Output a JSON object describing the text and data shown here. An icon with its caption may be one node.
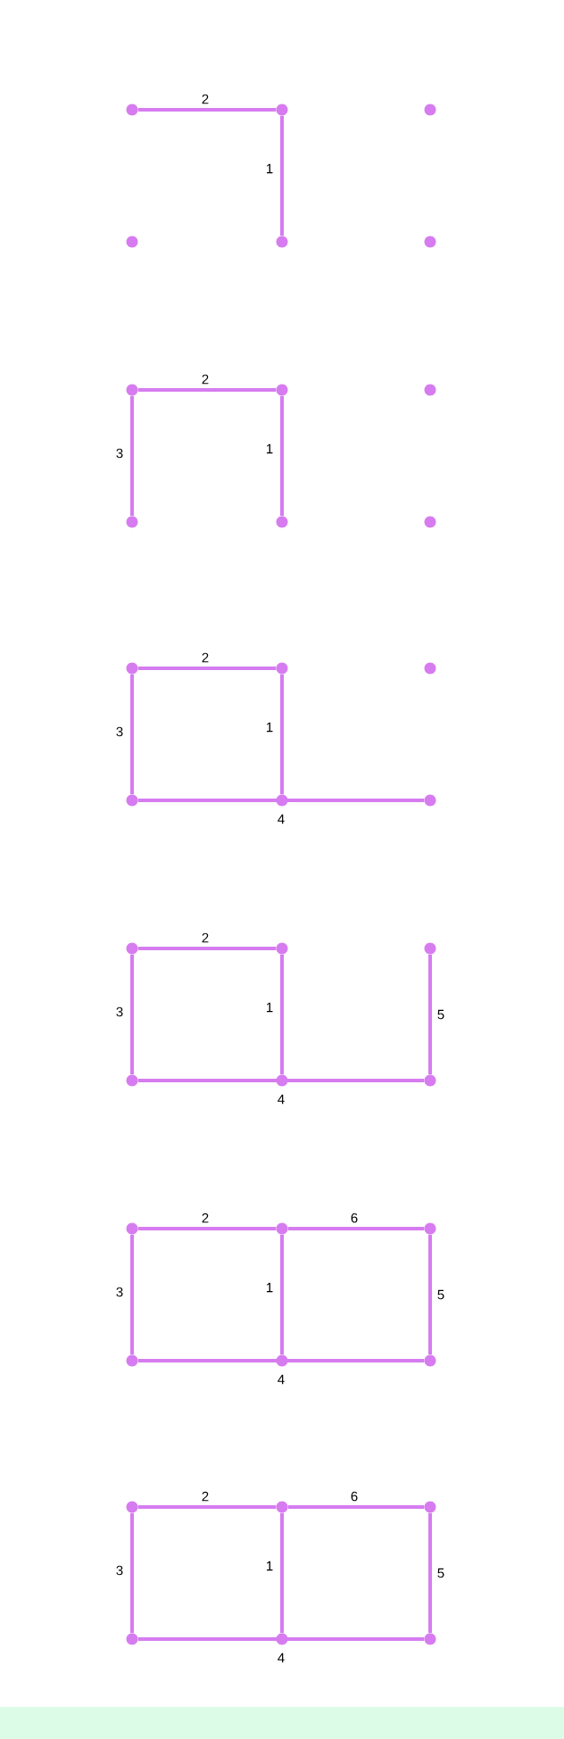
{
  "diagram": {
    "nodes": [
      {
        "text": [],
        "shape": "circle"
      },
      {
        "text": [],
        "shape": "circle"
      },
      {
        "text": [],
        "shape": "circle"
      },
      {
        "text": [],
        "shape": "circle"
      },
      {
        "text": [],
        "shape": "circle"
      },
      {
        "text": [],
        "shape": "circle"
      },
      {
        "text": [],
        "shape": "circle"
      },
      {
        "text": [],
        "shape": "circle"
      },
      {
        "text": [],
        "shape": "circle"
      },
      {
        "text": [],
        "shape": "circle"
      },
      {
        "text": [],
        "shape": "circle"
      },
      {
        "text": [],
        "shape": "circle"
      },
      {
        "text": [],
        "shape": "circle"
      },
      {
        "text": [],
        "shape": "circle"
      },
      {
        "text": [],
        "shape": "circle"
      },
      {
        "text": [],
        "shape": "circle"
      },
      {
        "text": [],
        "shape": "circle"
      },
      {
        "text": [],
        "shape": "circle"
      },
      {
        "text": [],
        "shape": "circle"
      },
      {
        "text": [],
        "shape": "circle"
      },
      {
        "text": [],
        "shape": "circle"
      },
      {
        "text": [],
        "shape": "circle"
      },
      {
        "text": [],
        "shape": "circle"
      },
      {
        "text": [],
        "shape": "circle"
      },
      {
        "text": [],
        "shape": "circle"
      },
      {
        "text": [],
        "shape": "circle"
      },
      {
        "text": [],
        "shape": "circle"
      },
      {
        "text": [],
        "shape": "circle"
      },
      {
        "text": [],
        "shape": "circle"
      },
      {
        "text": [],
        "shape": "circle"
      },
      {
        "text": [],
        "shape": "circle"
      },
      {
        "text": [],
        "shape": "circle"
      },
      {
        "text": [],
        "shape": "circle"
      },
      {
        "text": [],
        "shape": "circle"
      },
      {
        "text": [],
        "shape": "circle"
      },
      {
        "text": [],
        "shape": "circle"
      }
    ],
    "edges": [
      {
        "from": 1,
        "to": 4,
        "arrow": "none",
        "label": "1"
      },
      {
        "from": 0,
        "to": 1,
        "arrow": "none",
        "label": "2"
      },
      {
        "from": 7,
        "to": 10,
        "arrow": "none",
        "label": "1"
      },
      {
        "from": 6,
        "to": 7,
        "arrow": "none",
        "label": "2"
      },
      {
        "from": 6,
        "to": 9,
        "arrow": "none",
        "label": "3"
      },
      {
        "from": 13,
        "to": 16,
        "arrow": "none",
        "label": "1"
      },
      {
        "from": 12,
        "to": 13,
        "arrow": "none",
        "label": "2"
      },
      {
        "from": 12,
        "to": 15,
        "arrow": "none",
        "label": "3"
      },
      {
        "from": 15,
        "to": 17,
        "arrow": "none",
        "label": "4"
      },
      {
        "from": 19,
        "to": 22,
        "arrow": "none",
        "label": "1"
      },
      {
        "from": 18,
        "to": 19,
        "arrow": "none",
        "label": "2"
      },
      {
        "from": 18,
        "to": 21,
        "arrow": "none",
        "label": "3"
      },
      {
        "from": 21,
        "to": 23,
        "arrow": "none",
        "label": "4"
      },
      {
        "from": 20,
        "to": 23,
        "arrow": "none",
        "label": "5"
      },
      {
        "from": 25,
        "to": 28,
        "arrow": "none",
        "label": "1"
      },
      {
        "from": 24,
        "to": 25,
        "arrow": "none",
        "label": "2"
      },
      {
        "from": 24,
        "to": 27,
        "arrow": "none",
        "label": "3"
      },
      {
        "from": 27,
        "to": 29,
        "arrow": "none",
        "label": "4"
      },
      {
        "from": 26,
        "to": 29,
        "arrow": "none",
        "label": "5"
      },
      {
        "from": 25,
        "to": 26,
        "arrow": "none",
        "label": "6"
      },
      {
        "from": 31,
        "to": 34,
        "arrow": "none",
        "label": "1"
      },
      {
        "from": 30,
        "to": 31,
        "arrow": "none",
        "label": "2"
      },
      {
        "from": 30,
        "to": 33,
        "arrow": "none",
        "label": "3"
      },
      {
        "from": 33,
        "to": 35,
        "arrow": "none",
        "label": "4"
      },
      {
        "from": 32,
        "to": 35,
        "arrow": "none",
        "label": "5"
      },
      {
        "from": 31,
        "to": 32,
        "arrow": "none",
        "label": "6"
      }
    ]
  }
}
